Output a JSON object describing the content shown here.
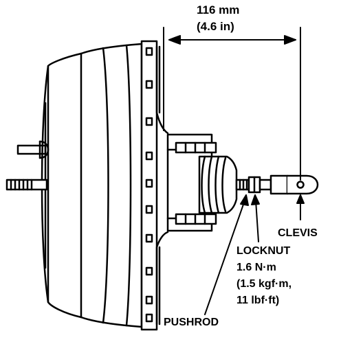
{
  "dimension": {
    "metric": "116 mm",
    "imperial": "(4.6 in)"
  },
  "labels": {
    "clevis": "CLEVIS",
    "locknut": "LOCKNUT",
    "locknut_torque_1": "1.6 N·m",
    "locknut_torque_2": "(1.5 kgf·m,",
    "locknut_torque_3": "11 lbf·ft)",
    "pushrod": "PUSHROD"
  },
  "colors": {
    "line": "#000000",
    "background": "#ffffff"
  }
}
